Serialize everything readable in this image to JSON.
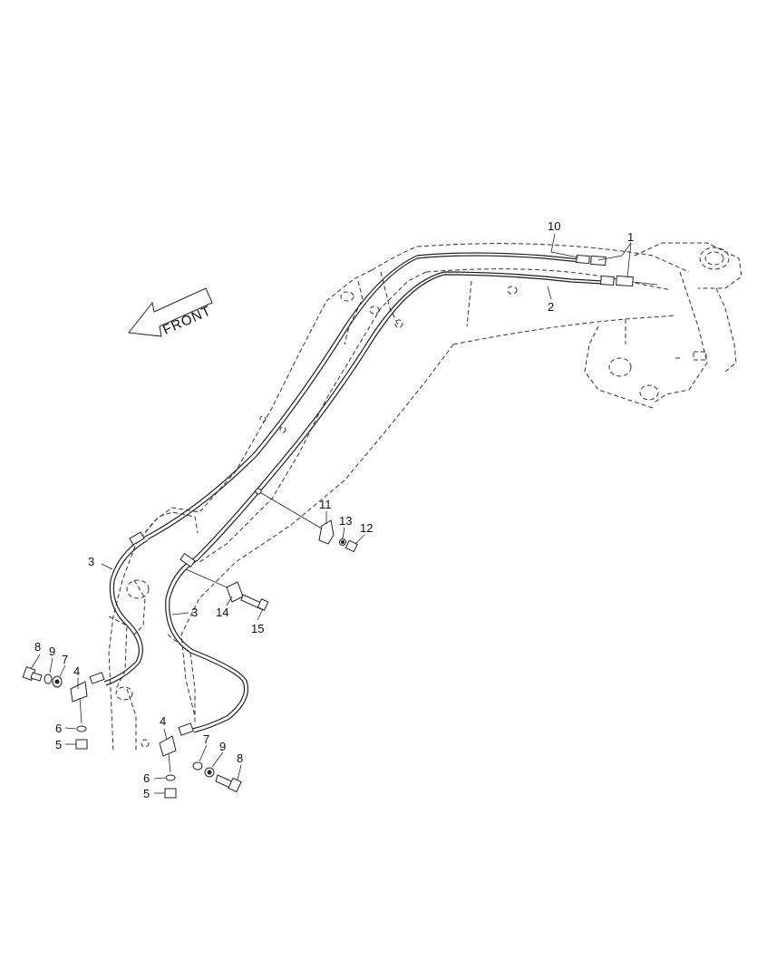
{
  "diagram": {
    "front_label": "FRONT",
    "callouts": [
      {
        "id": "c1",
        "text": "1"
      },
      {
        "id": "c2",
        "text": "2"
      },
      {
        "id": "c10",
        "text": "10"
      },
      {
        "id": "c11",
        "text": "11"
      },
      {
        "id": "c13",
        "text": "13"
      },
      {
        "id": "c12",
        "text": "12"
      },
      {
        "id": "c3a",
        "text": "3"
      },
      {
        "id": "c3b",
        "text": "3"
      },
      {
        "id": "c14",
        "text": "14"
      },
      {
        "id": "c15",
        "text": "15"
      },
      {
        "id": "c8a",
        "text": "8"
      },
      {
        "id": "c9a",
        "text": "9"
      },
      {
        "id": "c7a",
        "text": "7"
      },
      {
        "id": "c4a",
        "text": "4"
      },
      {
        "id": "c6a",
        "text": "6"
      },
      {
        "id": "c5a",
        "text": "5"
      },
      {
        "id": "c4b",
        "text": "4"
      },
      {
        "id": "c7b",
        "text": "7"
      },
      {
        "id": "c9b",
        "text": "9"
      },
      {
        "id": "c8b",
        "text": "8"
      },
      {
        "id": "c6b",
        "text": "6"
      },
      {
        "id": "c5b",
        "text": "5"
      }
    ]
  }
}
